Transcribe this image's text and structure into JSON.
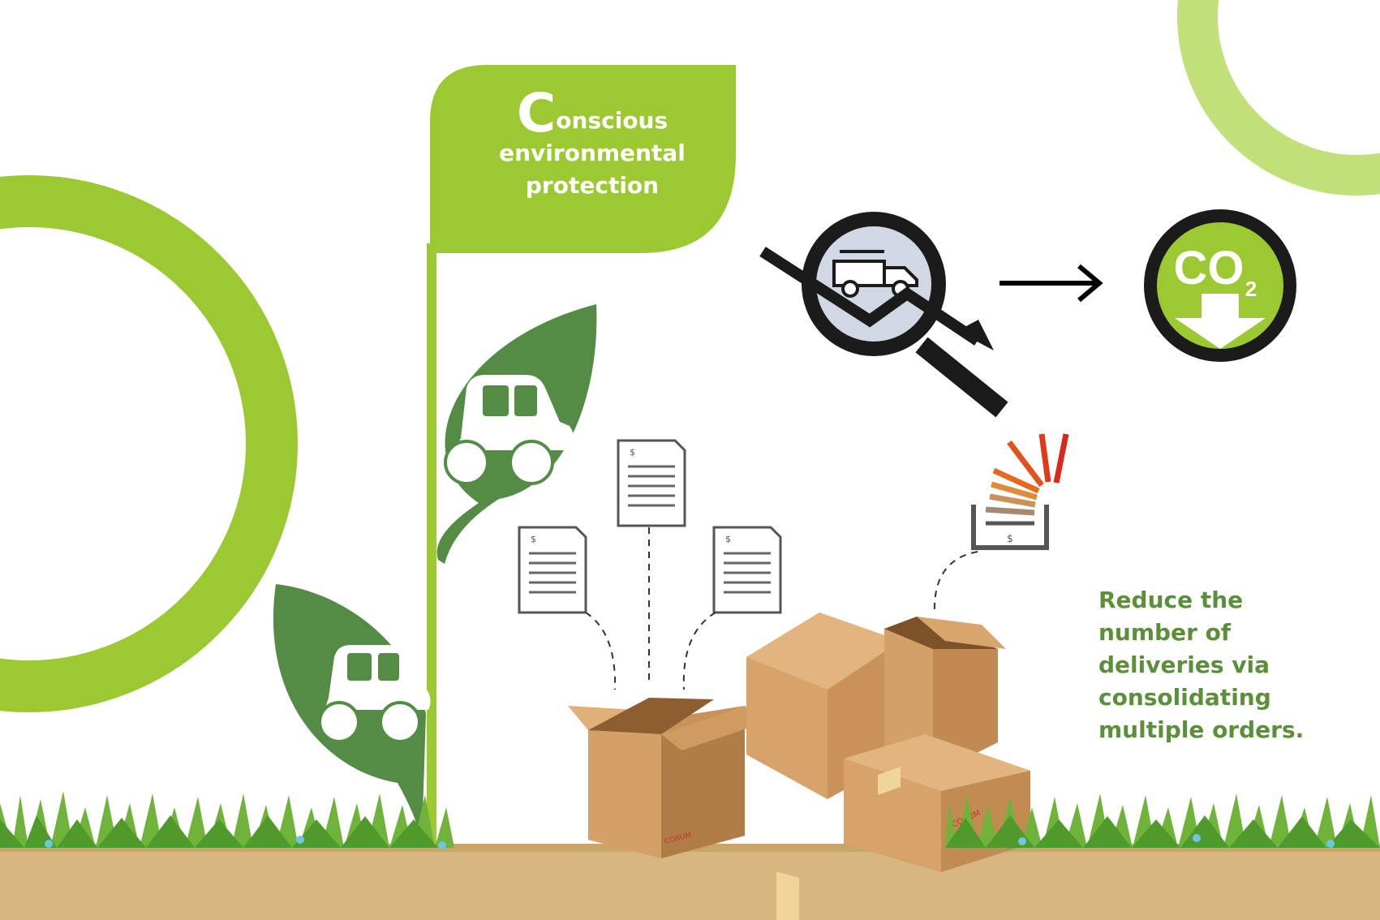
{
  "flag": {
    "initial": "C",
    "line1": "onscious",
    "line2": "environmental",
    "line3": "protection"
  },
  "co2_badge": {
    "text": "CO",
    "subscript": "2"
  },
  "description": {
    "lines": [
      "Reduce the",
      "number of",
      "deliveries via",
      "consolidating",
      "multiple orders."
    ]
  },
  "colors": {
    "lime": "#9cc832",
    "light_lime": "#c2e07a",
    "leaf": "#548c46",
    "text_green": "#5b8f3a",
    "box": "#c8925a",
    "soil": "#d7b77f"
  },
  "icons": [
    "ring-decoration",
    "leaf-car-icon",
    "flag-banner",
    "truck-decrease-icon",
    "arrow-right-icon",
    "co2-reduce-icon",
    "invoice-document-icon",
    "cardboard-box",
    "stacked-invoices-icon",
    "grass-ground"
  ]
}
